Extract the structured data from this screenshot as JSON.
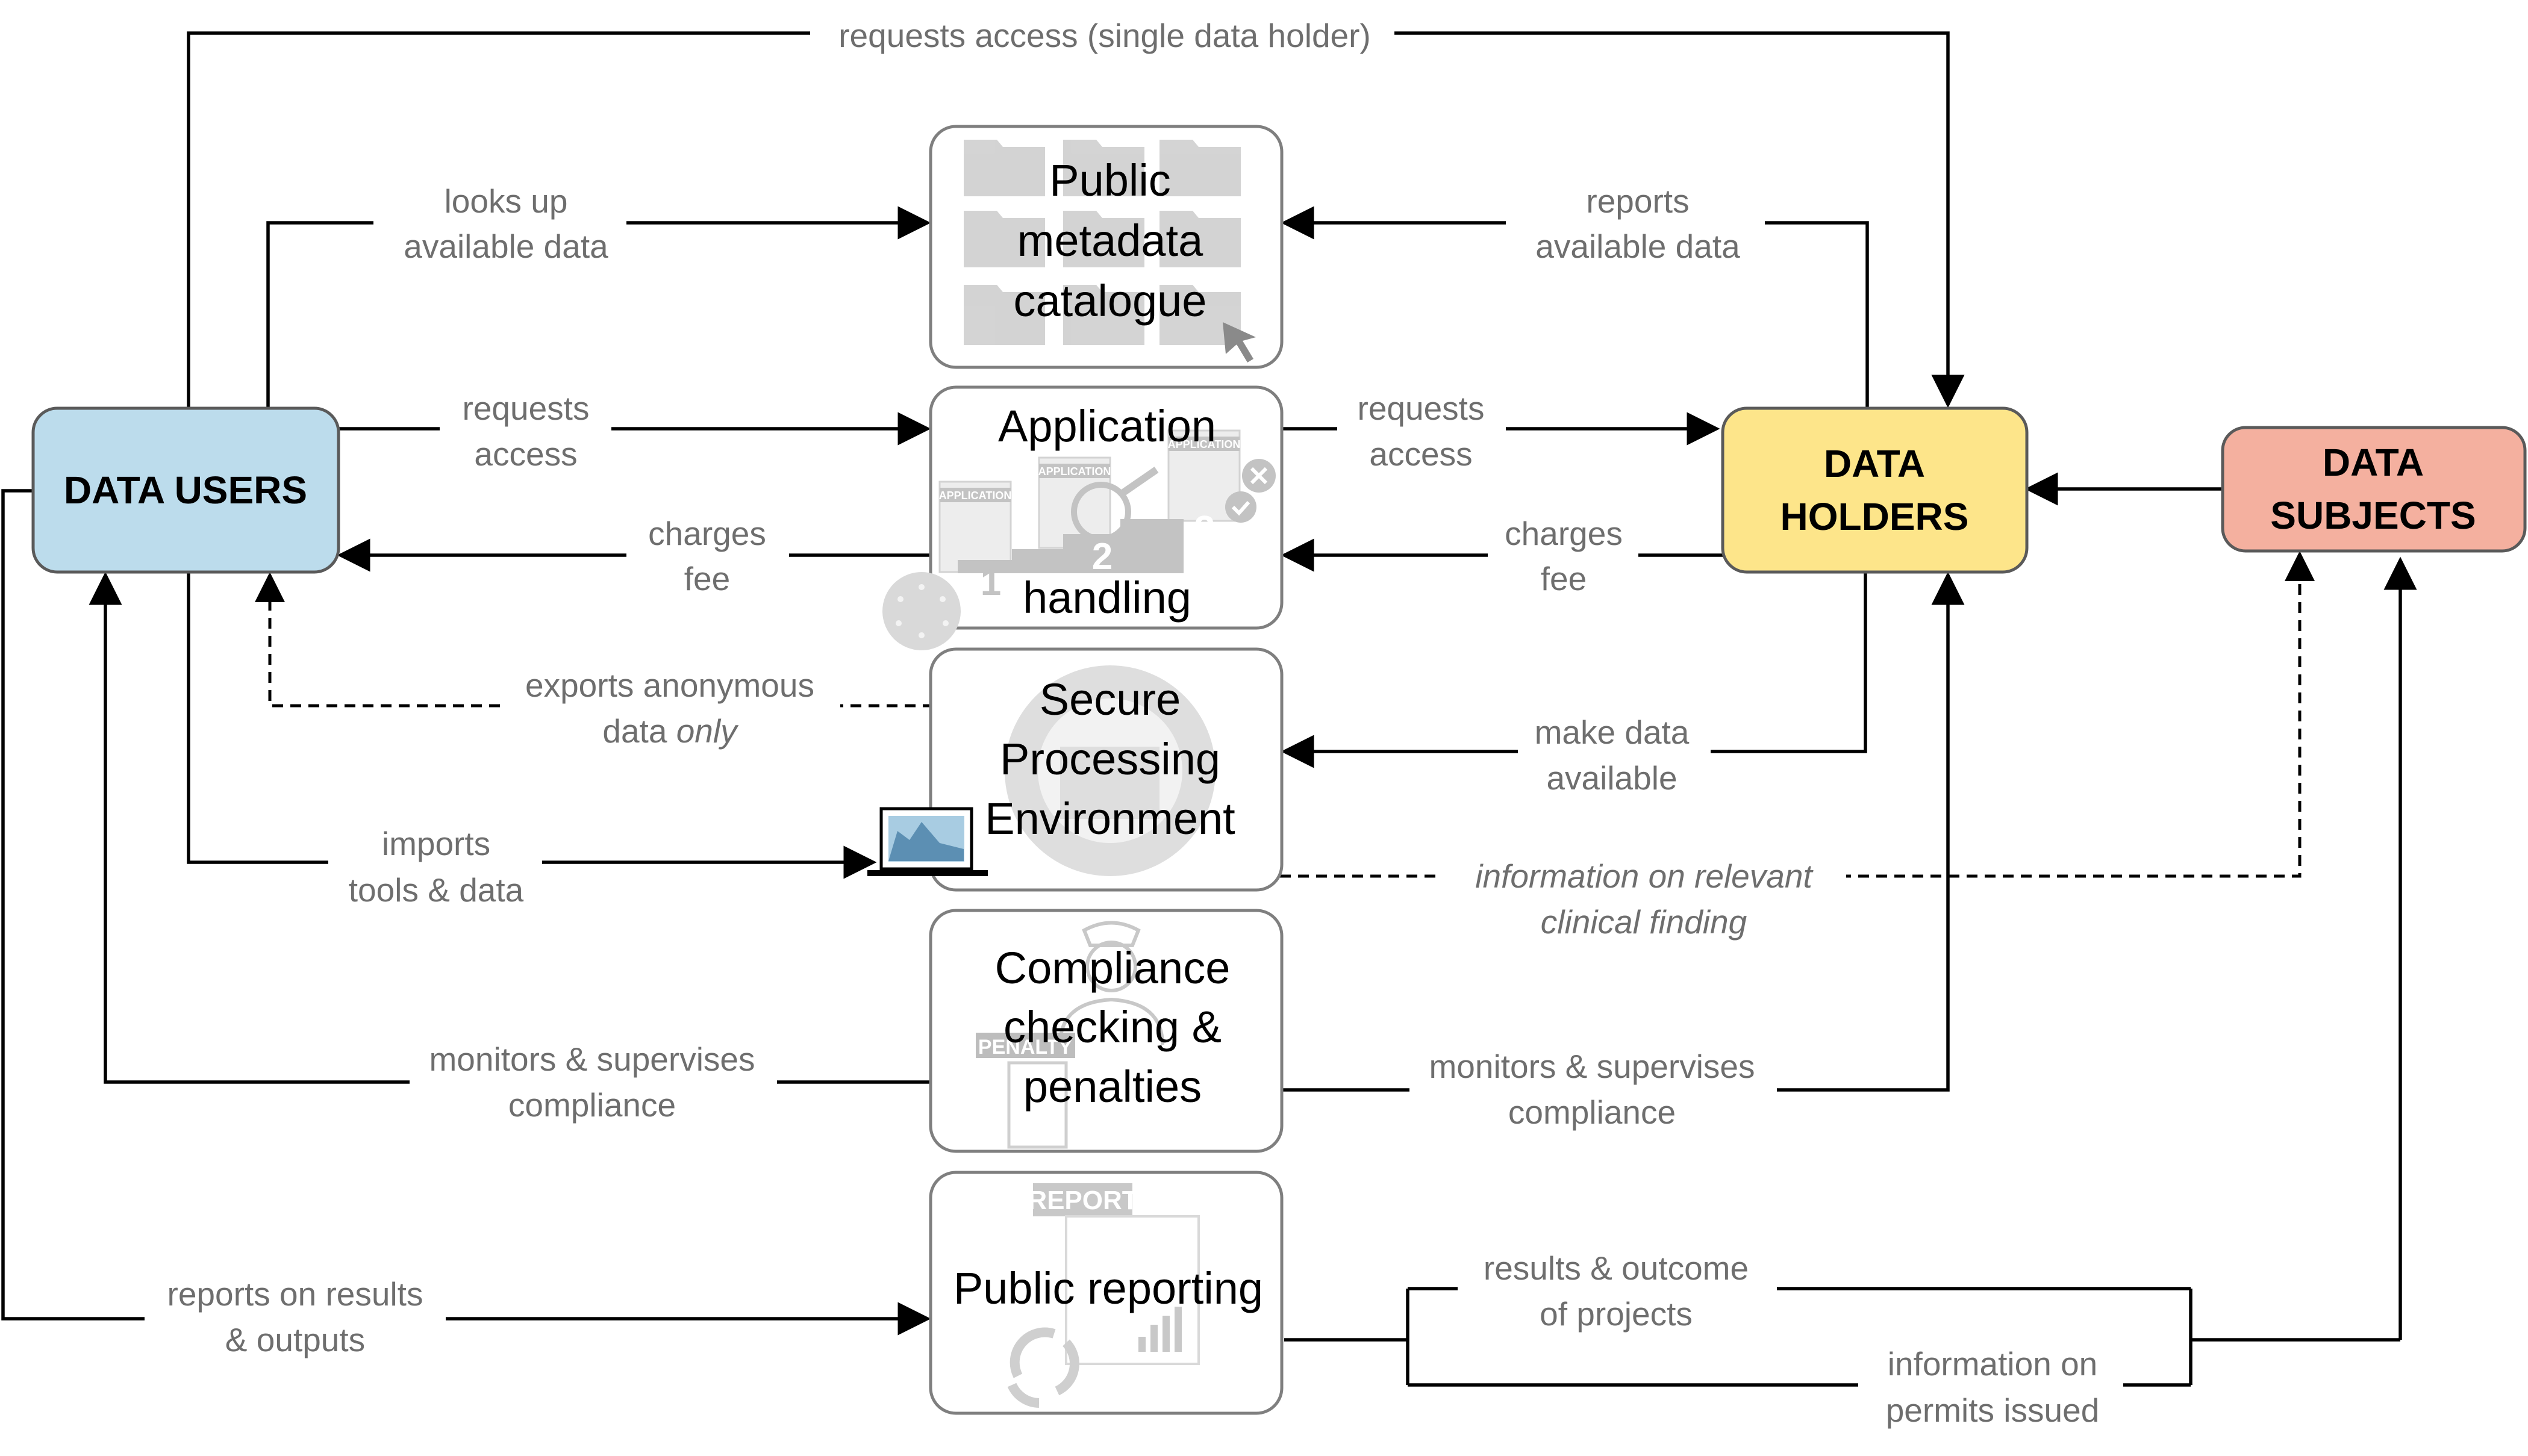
{
  "actors": {
    "data_users": "DATA USERS",
    "data_holders_line1": "DATA",
    "data_holders_line2": "HOLDERS",
    "data_subjects_line1": "DATA",
    "data_subjects_line2": "SUBJECTS"
  },
  "processes": {
    "catalogue": [
      "Public",
      "metadata",
      "catalogue"
    ],
    "application_top": "Application",
    "application_bottom": "handling",
    "spe": [
      "Secure",
      "Processing",
      "Environment"
    ],
    "compliance": [
      "Compliance",
      "checking &",
      "penalties"
    ],
    "reporting": "Public reporting"
  },
  "icon_text": {
    "application_form": "APPLICATION",
    "step_1": "1",
    "step_2": "2",
    "step_3": "3",
    "penalty": "PENALTY",
    "report": "REPORT"
  },
  "flow_labels": {
    "requests_access_single": "requests access (single data holder)",
    "looks_up": [
      "looks up",
      "available data"
    ],
    "reports_available": [
      "reports",
      "available data"
    ],
    "users_requests_access": [
      "requests",
      "access"
    ],
    "holders_requests_access": [
      "requests",
      "access"
    ],
    "users_charges_fee": [
      "charges",
      "fee"
    ],
    "holders_charges_fee": [
      "charges",
      "fee"
    ],
    "exports_line1": "exports anonymous",
    "exports_line2_plain": "data ",
    "exports_line2_italic": "only",
    "make_data_available": [
      "make data",
      "available"
    ],
    "imports": [
      "imports",
      "tools & data"
    ],
    "clinical_finding": [
      "information on relevant",
      "clinical finding"
    ],
    "users_monitors": [
      "monitors & supervises",
      "compliance"
    ],
    "holders_monitors": [
      "monitors & supervises",
      "compliance"
    ],
    "reports_on_results": [
      "reports on results",
      "& outputs"
    ],
    "results_outcome": [
      "results & outcome",
      "of projects"
    ],
    "permits_issued": [
      "information on",
      "permits issued"
    ]
  },
  "colors": {
    "data_users_fill": "#bcdcec",
    "data_holders_fill": "#fde58a",
    "data_subjects_fill": "#f4b09f",
    "box_border": "#7f7f7f",
    "label_text": "#6e6e6e",
    "arrow": "#000000"
  }
}
